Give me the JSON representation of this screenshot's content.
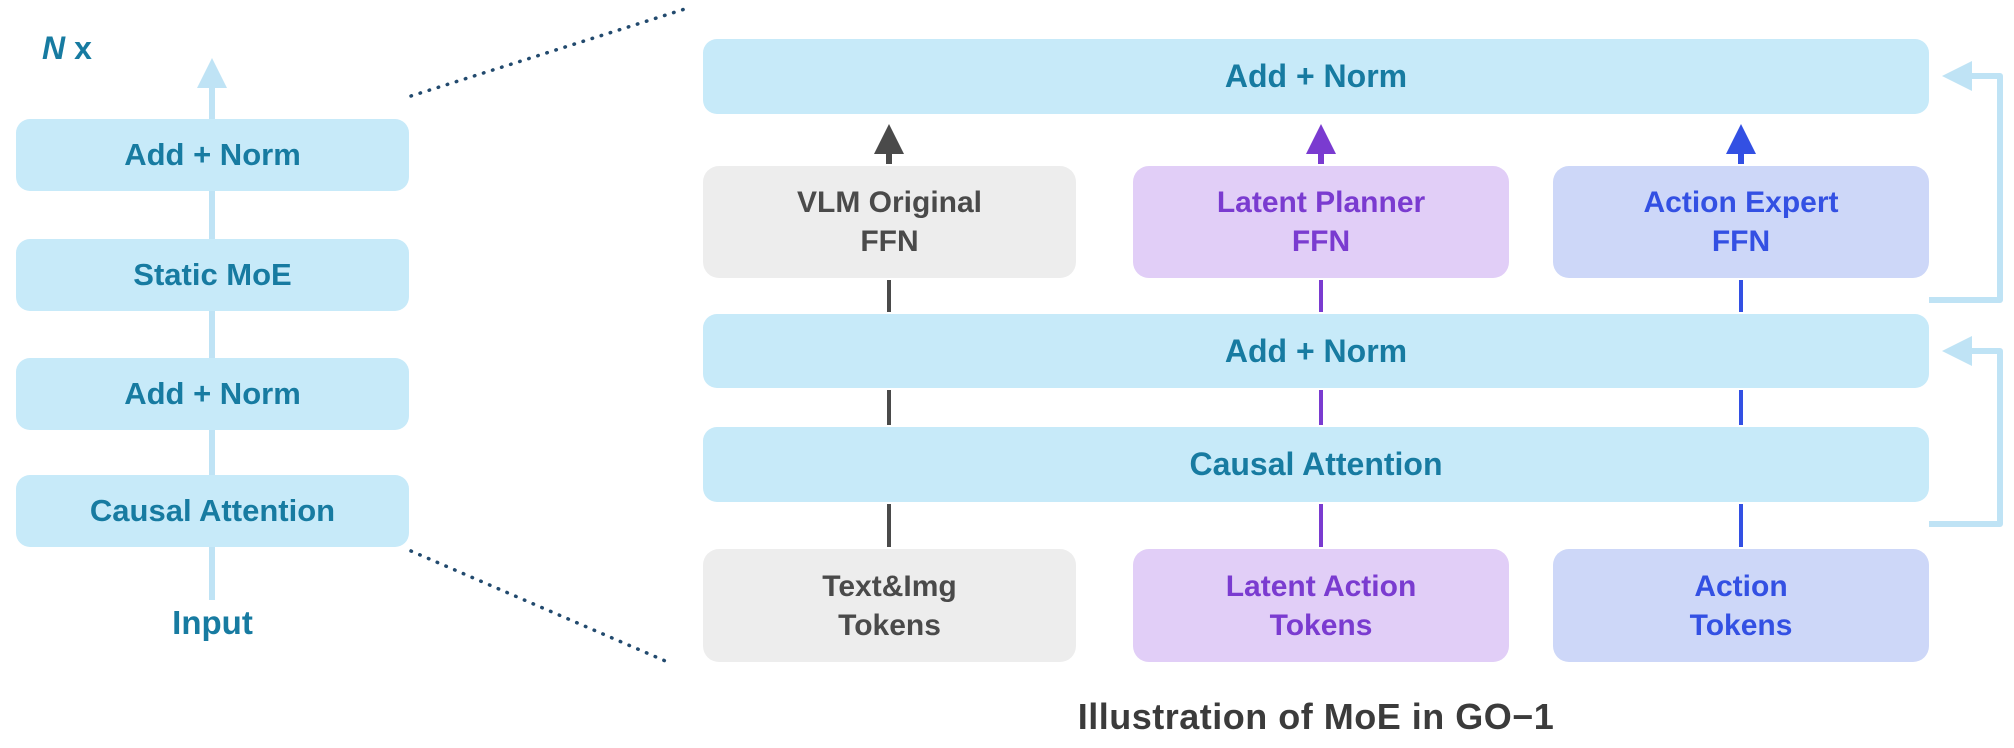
{
  "colors": {
    "light_blue": "#c7eaf9",
    "teal_text": "#177ba1",
    "gray_box": "#ededed",
    "gray_text": "#4a4a4a",
    "purple_box": "#e1cef7",
    "purple_text": "#7a3bd0",
    "blue_box": "#cdd7f8",
    "blue_text": "#3350e3",
    "residual_line": "#bfe3f5",
    "dotted_line": "#224a6e",
    "caption_text": "#3b3b3b"
  },
  "left_stack": {
    "repeat_n": "N",
    "repeat_x": "x",
    "boxes": [
      {
        "label": "Add + Norm"
      },
      {
        "label": "Static MoE"
      },
      {
        "label": "Add + Norm"
      },
      {
        "label": "Causal Attention"
      }
    ],
    "input_label": "Input"
  },
  "right_diagram": {
    "top_bar": "Add + Norm",
    "mid_bar": "Add + Norm",
    "attention_bar": "Causal Attention",
    "ffn_boxes": [
      {
        "line1": "VLM Original",
        "line2": "FFN"
      },
      {
        "line1": "Latent Planner",
        "line2": "FFN"
      },
      {
        "line1": "Action Expert",
        "line2": "FFN"
      }
    ],
    "token_boxes": [
      {
        "line1": "Text&Img",
        "line2": "Tokens"
      },
      {
        "line1": "Latent Action",
        "line2": "Tokens"
      },
      {
        "line1": "Action",
        "line2": "Tokens"
      }
    ]
  },
  "caption": "Illustration of MoE in GO−1"
}
